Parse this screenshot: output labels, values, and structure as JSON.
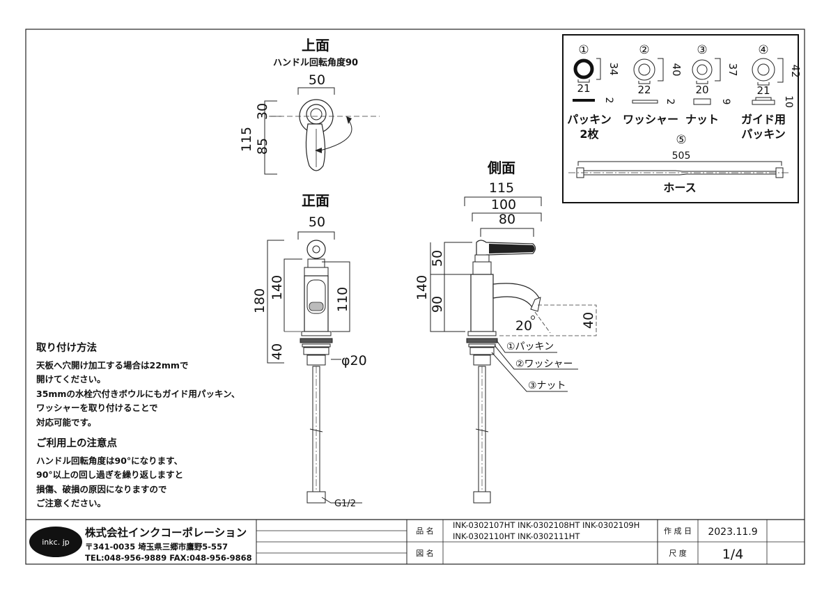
{
  "views": {
    "top": {
      "title": "上面",
      "rotation_label": "ハンドル回転角度90",
      "dim_width": "50",
      "dim_height": "115",
      "dim_upper": "30",
      "dim_lower": "85"
    },
    "front": {
      "title": "正面",
      "dim_width": "50",
      "dim_total": "180",
      "dim_body": "140",
      "dim_spout": "110",
      "dim_below": "40",
      "dim_hole": "φ20",
      "connection": "G1/2"
    },
    "side": {
      "title": "側面",
      "dim_115": "115",
      "dim_100": "100",
      "dim_80": "80",
      "dim_50": "50",
      "dim_140": "140",
      "dim_90": "90",
      "dim_20": "20",
      "dim_40": "40",
      "callouts": [
        "①パッキン",
        "②ワッシャー",
        "③ナット"
      ]
    }
  },
  "parts_box": {
    "parts": [
      {
        "num": "①",
        "name_lines": [
          "パッキン",
          "2枚"
        ],
        "d_outer": "34",
        "d_inner": "21",
        "thickness": "2"
      },
      {
        "num": "②",
        "name_lines": [
          "ワッシャー"
        ],
        "d_outer": "40",
        "d_inner": "22",
        "thickness": "2"
      },
      {
        "num": "③",
        "name_lines": [
          "ナット"
        ],
        "d_outer": "37",
        "d_inner": "20",
        "thickness": "9"
      },
      {
        "num": "④",
        "name_lines": [
          "ガイド用",
          "パッキン"
        ],
        "d_outer": "42",
        "d_inner": "21",
        "thickness": "10"
      }
    ],
    "hose": {
      "num": "⑤",
      "length": "505",
      "name": "ホース"
    }
  },
  "notes": {
    "install": {
      "title": "取り付け方法",
      "lines": [
        "天板へ穴開け加工する場合は22mmで",
        "開けてください。",
        "35mmの水栓穴付きボウルにもガイド用パッキン、",
        "ワッシャーを取り付けることで",
        "対応可能です。"
      ]
    },
    "caution": {
      "title": "ご利用上の注意点",
      "lines": [
        "ハンドル回転角度は90°になります、",
        "90°以上の回し過ぎを繰り返しますと",
        "損傷、破損の原因になりますので",
        "ご注意ください。"
      ]
    }
  },
  "title_block": {
    "logo": "inkc. jp",
    "company": "株式会社インクコーポレーション",
    "address": "〒341-0035 埼玉県三郷市鷹野5-557",
    "tel": "TEL:048-956-9889  FAX:048-956-9868",
    "product_label": "品 名",
    "product_line1": "INK-0302107HT INK-0302108HT INK-0302109H",
    "product_line2": "INK-0302110HT INK-0302111HT",
    "drawing_label": "図 名",
    "date_label": "作 成 日",
    "date": "2023.11.9",
    "scale_label": "尺 度",
    "scale": "1/4"
  }
}
